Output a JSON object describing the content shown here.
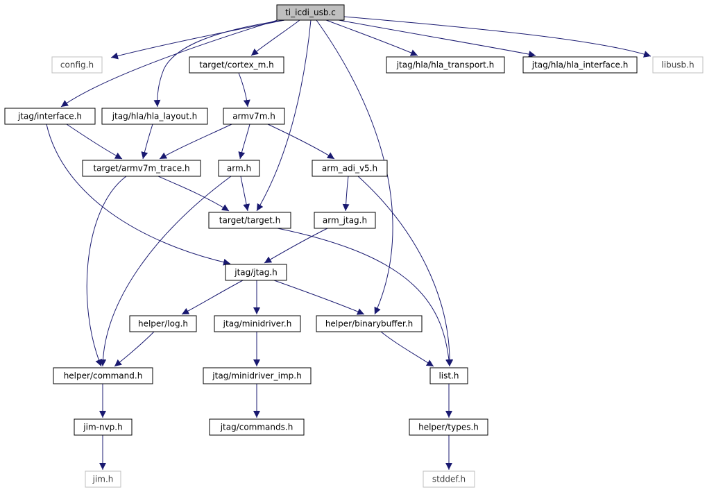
{
  "diagram": {
    "colors": {
      "edge": "#191970",
      "box_stroke": "#000000",
      "box_stroke_external": "#bfbfbf",
      "box_fill": "#ffffff",
      "box_fill_root": "#bfbfbf",
      "text": "#000000",
      "text_external": "#404040"
    },
    "nodes": [
      {
        "id": "ti_icdi_usb",
        "label": "ti_icdi_usb.c",
        "style": "root"
      },
      {
        "id": "config",
        "label": "config.h",
        "style": "external"
      },
      {
        "id": "cortex_m",
        "label": "target/cortex_m.h",
        "style": "normal"
      },
      {
        "id": "hla_transport",
        "label": "jtag/hla/hla_transport.h",
        "style": "normal"
      },
      {
        "id": "hla_interface",
        "label": "jtag/hla/hla_interface.h",
        "style": "normal"
      },
      {
        "id": "libusb",
        "label": "libusb.h",
        "style": "external"
      },
      {
        "id": "jtag_interface",
        "label": "jtag/interface.h",
        "style": "normal"
      },
      {
        "id": "hla_layout",
        "label": "jtag/hla/hla_layout.h",
        "style": "normal"
      },
      {
        "id": "armv7m",
        "label": "armv7m.h",
        "style": "normal"
      },
      {
        "id": "armv7m_trace",
        "label": "target/armv7m_trace.h",
        "style": "normal"
      },
      {
        "id": "arm",
        "label": "arm.h",
        "style": "normal"
      },
      {
        "id": "arm_adi_v5",
        "label": "arm_adi_v5.h",
        "style": "normal"
      },
      {
        "id": "target",
        "label": "target/target.h",
        "style": "normal"
      },
      {
        "id": "arm_jtag",
        "label": "arm_jtag.h",
        "style": "normal"
      },
      {
        "id": "jtag",
        "label": "jtag/jtag.h",
        "style": "normal"
      },
      {
        "id": "log",
        "label": "helper/log.h",
        "style": "normal"
      },
      {
        "id": "minidriver",
        "label": "jtag/minidriver.h",
        "style": "normal"
      },
      {
        "id": "binarybuffer",
        "label": "helper/binarybuffer.h",
        "style": "normal"
      },
      {
        "id": "command",
        "label": "helper/command.h",
        "style": "normal"
      },
      {
        "id": "minidriver_imp",
        "label": "jtag/minidriver_imp.h",
        "style": "normal"
      },
      {
        "id": "list",
        "label": "list.h",
        "style": "normal"
      },
      {
        "id": "jim_nvp",
        "label": "jim-nvp.h",
        "style": "normal"
      },
      {
        "id": "commands",
        "label": "jtag/commands.h",
        "style": "normal"
      },
      {
        "id": "types",
        "label": "helper/types.h",
        "style": "normal"
      },
      {
        "id": "jim",
        "label": "jim.h",
        "style": "external"
      },
      {
        "id": "stddef",
        "label": "stddef.h",
        "style": "external"
      }
    ],
    "edges": [
      {
        "from": "ti_icdi_usb",
        "to": "config"
      },
      {
        "from": "ti_icdi_usb",
        "to": "cortex_m"
      },
      {
        "from": "ti_icdi_usb",
        "to": "hla_transport"
      },
      {
        "from": "ti_icdi_usb",
        "to": "hla_interface"
      },
      {
        "from": "ti_icdi_usb",
        "to": "libusb"
      },
      {
        "from": "ti_icdi_usb",
        "to": "jtag_interface"
      },
      {
        "from": "ti_icdi_usb",
        "to": "hla_layout"
      },
      {
        "from": "ti_icdi_usb",
        "to": "target"
      },
      {
        "from": "ti_icdi_usb",
        "to": "binarybuffer"
      },
      {
        "from": "cortex_m",
        "to": "armv7m"
      },
      {
        "from": "jtag_interface",
        "to": "armv7m_trace"
      },
      {
        "from": "jtag_interface",
        "to": "jtag"
      },
      {
        "from": "hla_layout",
        "to": "armv7m_trace"
      },
      {
        "from": "armv7m",
        "to": "armv7m_trace"
      },
      {
        "from": "armv7m",
        "to": "arm"
      },
      {
        "from": "armv7m",
        "to": "arm_adi_v5"
      },
      {
        "from": "armv7m_trace",
        "to": "target"
      },
      {
        "from": "armv7m_trace",
        "to": "command"
      },
      {
        "from": "arm",
        "to": "target"
      },
      {
        "from": "arm",
        "to": "command"
      },
      {
        "from": "arm_adi_v5",
        "to": "arm_jtag"
      },
      {
        "from": "arm_adi_v5",
        "to": "list"
      },
      {
        "from": "target",
        "to": "list"
      },
      {
        "from": "arm_jtag",
        "to": "jtag"
      },
      {
        "from": "jtag",
        "to": "log"
      },
      {
        "from": "jtag",
        "to": "minidriver"
      },
      {
        "from": "jtag",
        "to": "binarybuffer"
      },
      {
        "from": "log",
        "to": "command"
      },
      {
        "from": "minidriver",
        "to": "minidriver_imp"
      },
      {
        "from": "binarybuffer",
        "to": "list"
      },
      {
        "from": "command",
        "to": "jim_nvp"
      },
      {
        "from": "minidriver_imp",
        "to": "commands"
      },
      {
        "from": "list",
        "to": "types"
      },
      {
        "from": "jim_nvp",
        "to": "jim"
      },
      {
        "from": "types",
        "to": "stddef"
      }
    ]
  }
}
